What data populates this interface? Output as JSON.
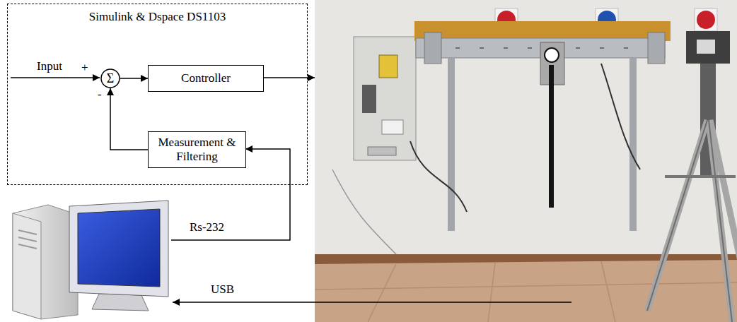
{
  "diagram": {
    "nodes": [
      {
        "text": [
          "Simulink & Dspace DS1103"
        ]
      },
      {
        "text": [
          "Σ"
        ],
        "in": 0
      },
      {
        "text": [
          "Controller"
        ],
        "in": 0
      },
      {
        "text": [
          "Measurement & Filtering"
        ],
        "in": 0
      }
    ],
    "edges": [
      {
        "from": 1,
        "to": 2,
        "arrow": "to"
      },
      {
        "from": 3,
        "to": 1,
        "arrow": "to"
      }
    ],
    "labels": [
      "Input",
      "+",
      "-",
      "Rs-232",
      "USB"
    ]
  }
}
